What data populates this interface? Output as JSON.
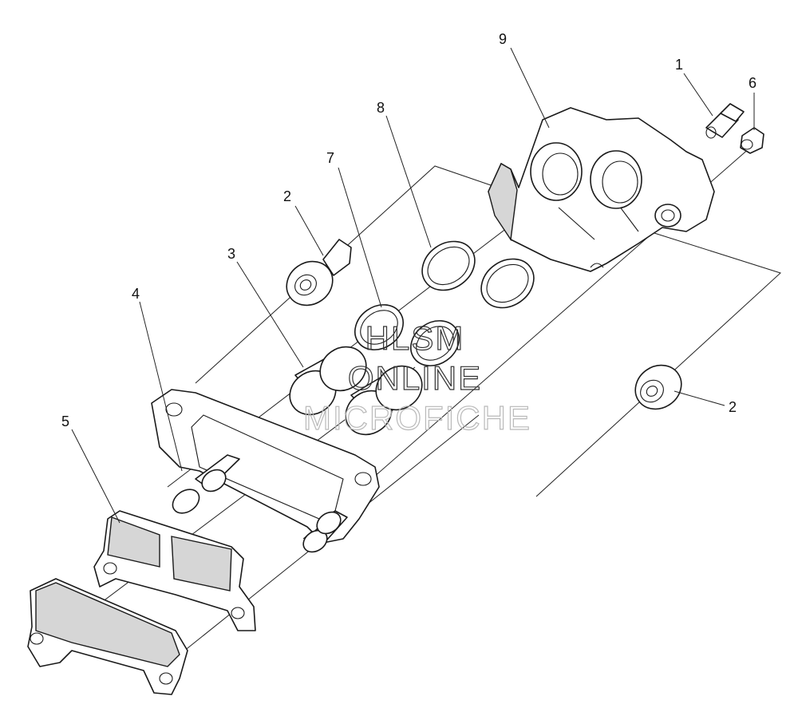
{
  "callouts": {
    "c1": "1",
    "c2a": "2",
    "c2b": "2",
    "c3": "3",
    "c4": "4",
    "c5": "5",
    "c6": "6",
    "c7": "7",
    "c8": "8",
    "c9": "9"
  },
  "watermark": {
    "line1": "HLSM",
    "line2": "ONLINE",
    "line3": "MICROFICHE"
  },
  "colors": {
    "line": "#1a1a1a",
    "shade": "#d6d6d6",
    "background": "#ffffff"
  }
}
